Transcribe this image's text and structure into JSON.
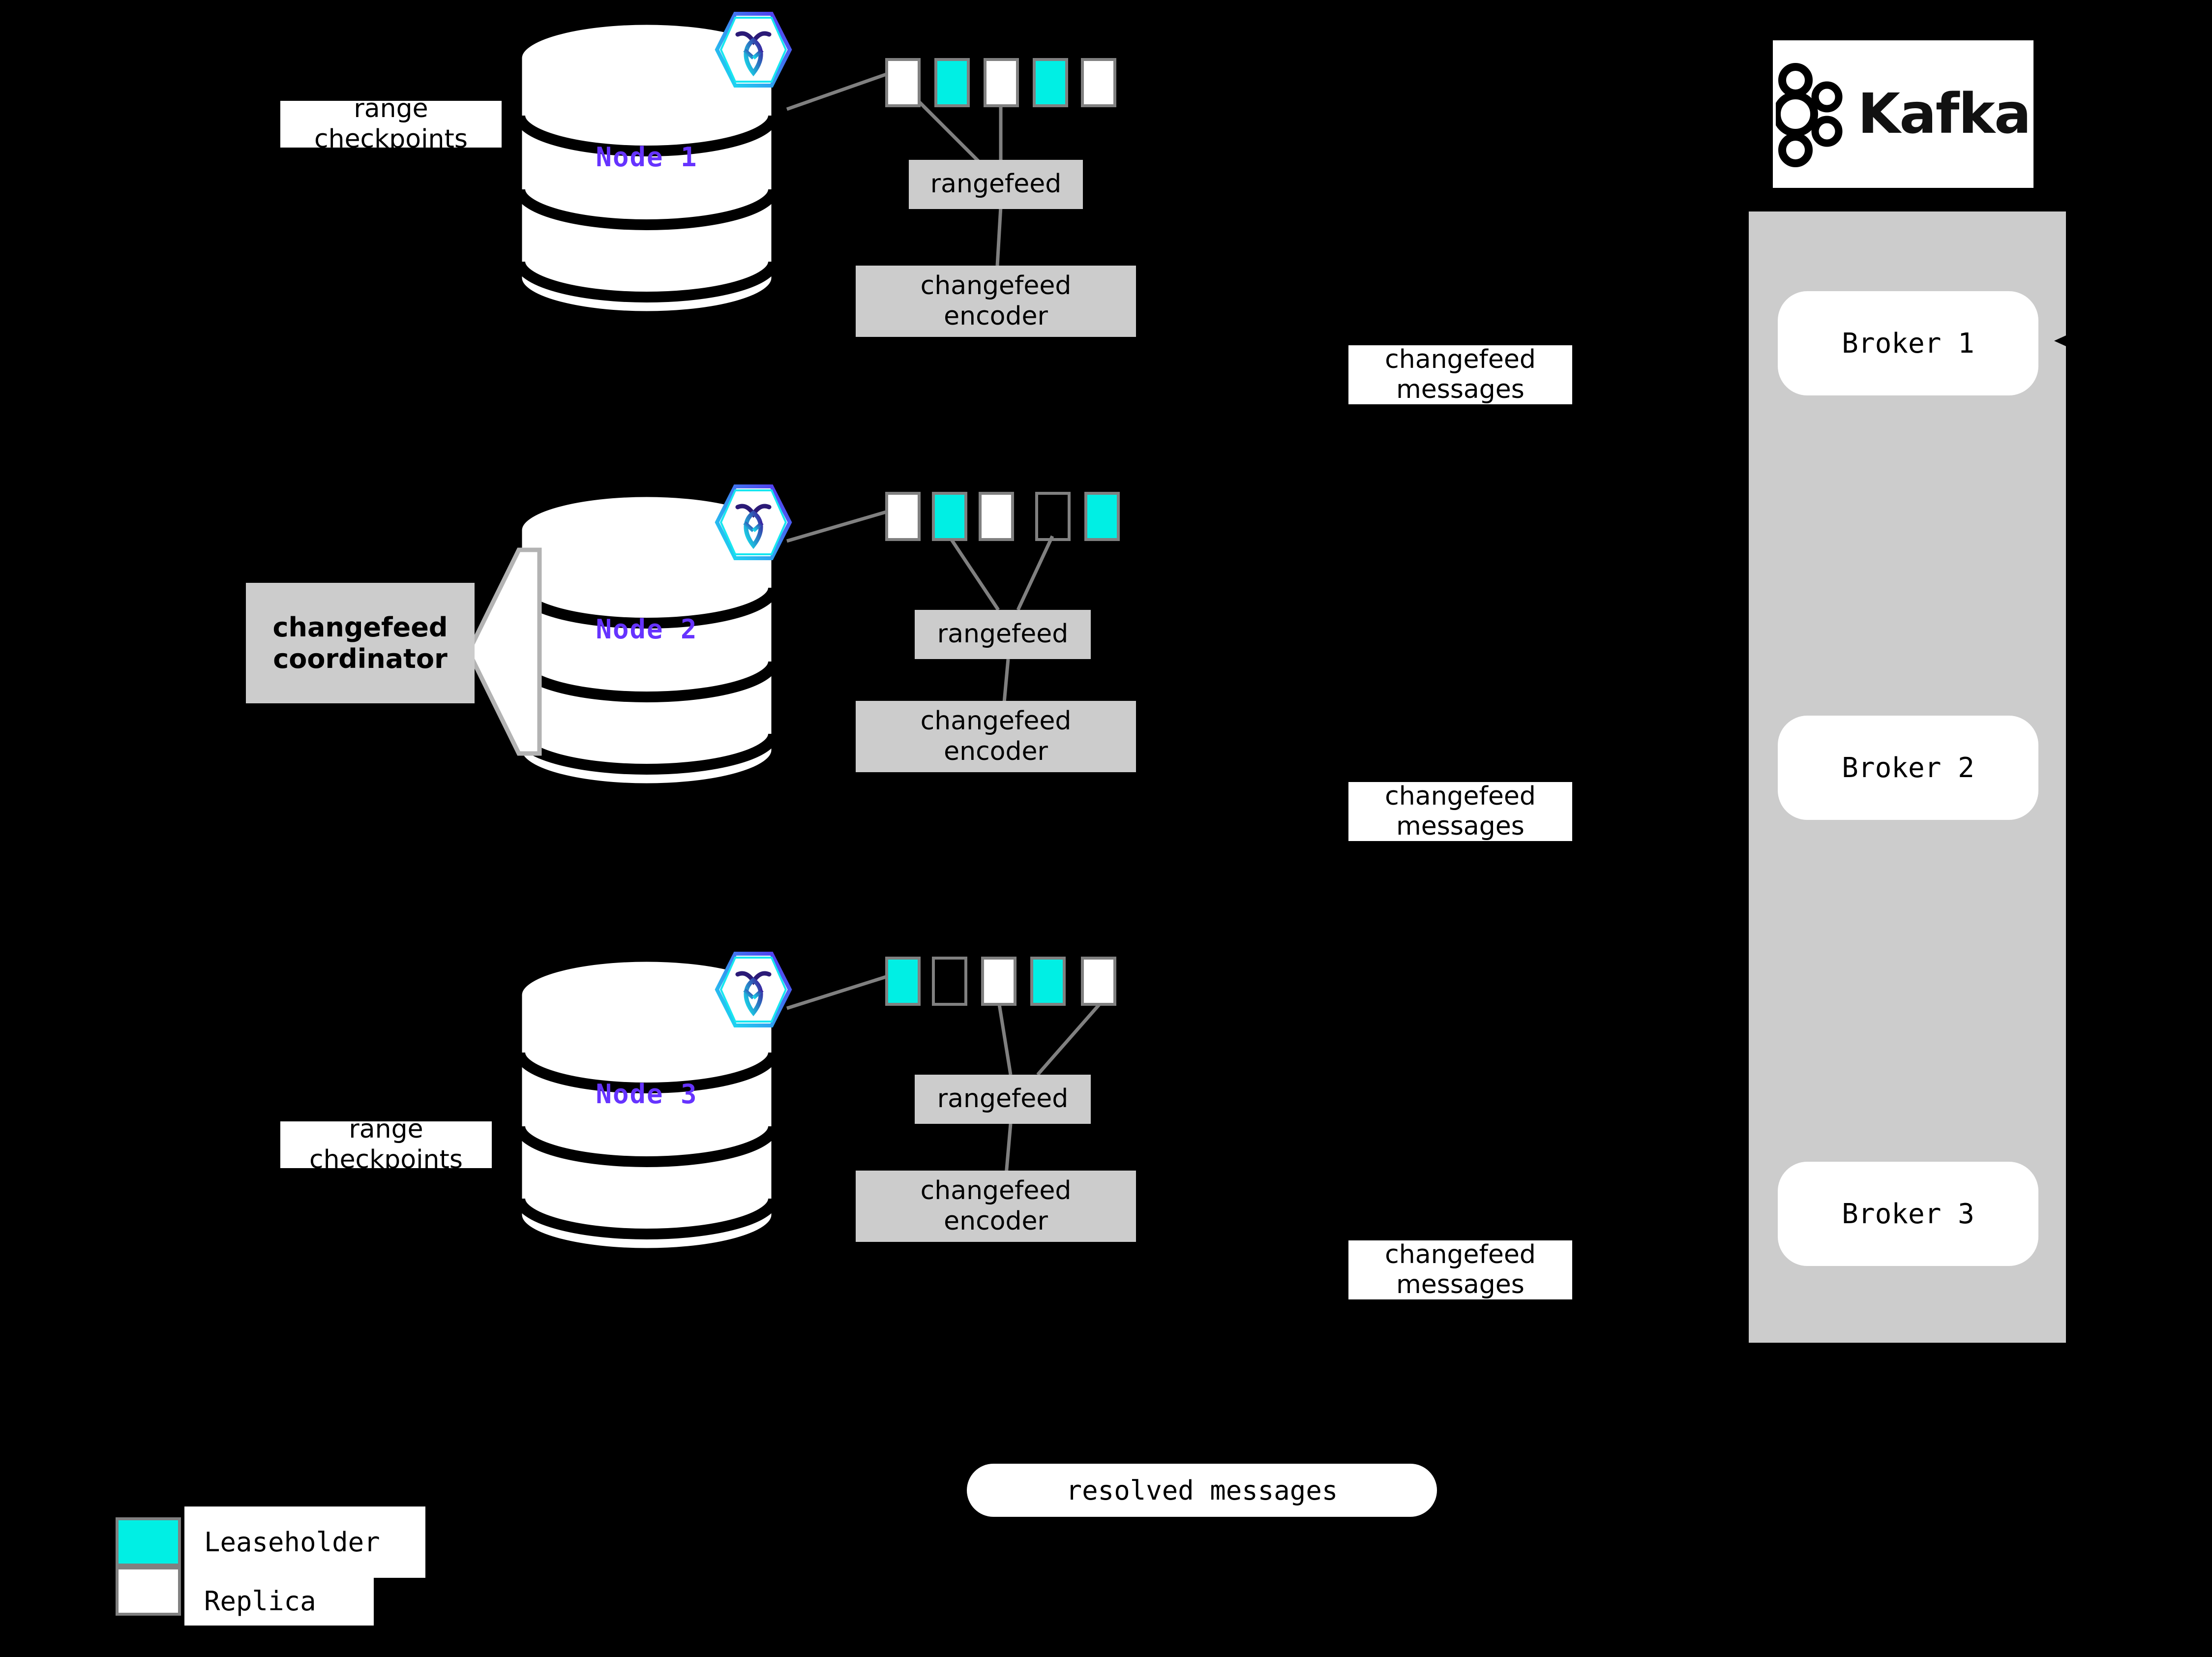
{
  "colors": {
    "background": "#000000",
    "leaseholder": "#00efe4",
    "replica": "#ffffff",
    "box_gray": "#cccccc",
    "stroke_gray": "#808080",
    "node_label": "#6633ff"
  },
  "nodes": [
    {
      "label": "Node 1",
      "side_label": "range\ncheckpoints",
      "rangefeed_label": "rangefeed",
      "encoder_label": "changefeed\nencoder",
      "ranges": [
        "replica",
        "leaseholder",
        "replica",
        "leaseholder",
        "replica"
      ]
    },
    {
      "label": "Node 2",
      "side_label": "changefeed\ncoordinator",
      "rangefeed_label": "rangefeed",
      "encoder_label": "changefeed\nencoder",
      "ranges": [
        "replica",
        "leaseholder",
        "replica",
        "empty",
        "leaseholder"
      ]
    },
    {
      "label": "Node 3",
      "side_label": "range\ncheckpoints",
      "rangefeed_label": "rangefeed",
      "encoder_label": "changefeed\nencoder",
      "ranges": [
        "leaseholder",
        "empty",
        "replica",
        "leaseholder",
        "replica"
      ]
    }
  ],
  "messages": [
    {
      "line1": "changefeed",
      "line2": "messages"
    },
    {
      "line1": "changefeed",
      "line2": "messages"
    },
    {
      "line1": "changefeed",
      "line2": "messages"
    }
  ],
  "kafka": {
    "wordmark": "Kafka",
    "logo_icon": "kafka-node-graph-icon",
    "brokers": [
      "Broker 1",
      "Broker 2",
      "Broker 3"
    ]
  },
  "resolved": {
    "label": "resolved messages"
  },
  "legend": {
    "items": [
      {
        "swatch": "leaseholder",
        "label": "Leaseholder"
      },
      {
        "swatch": "replica",
        "label": "Replica"
      }
    ]
  },
  "node_logo_icon": "cockroachdb-hexagon-icon"
}
